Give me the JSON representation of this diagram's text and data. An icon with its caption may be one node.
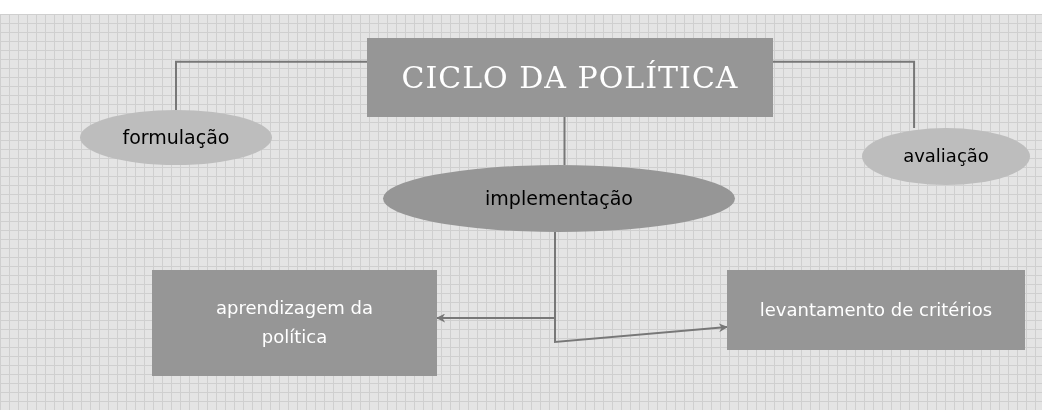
{
  "diagram": {
    "nodes": [
      {
        "text": [
          "CICLO DA POLÍTICA"
        ]
      },
      {
        "text": [
          "formulação"
        ]
      },
      {
        "text": [
          "avaliação"
        ]
      },
      {
        "text": [
          "implementação"
        ]
      },
      {
        "text": [
          "aprendizagem da política"
        ]
      },
      {
        "text": [
          "levantamento de critérios"
        ]
      }
    ],
    "edges": [
      {
        "from": 0,
        "to": 1,
        "arrow": "none"
      },
      {
        "from": 0,
        "to": 2,
        "arrow": "none"
      },
      {
        "from": 0,
        "to": 3,
        "arrow": "none"
      },
      {
        "from": 3,
        "to": 4,
        "arrow": "to"
      },
      {
        "from": 3,
        "to": 5,
        "arrow": "to"
      }
    ]
  }
}
